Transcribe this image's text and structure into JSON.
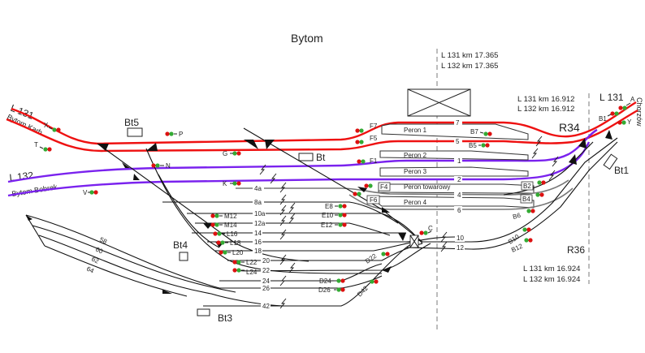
{
  "title": "Bytom",
  "colors": {
    "line_131": "#ee1111",
    "line_132": "#7a22ee",
    "track": "#111111",
    "signal_red": "#dd1111",
    "signal_green": "#33aa33",
    "km_marker": "#999999"
  },
  "lines": {
    "l131_left": "L 131",
    "l131_left_dir": "Bytom Karb",
    "l132_left": "L 132",
    "l132_left_dir": "Bytom Bobrek",
    "l131_right": "L 131",
    "right_dir": "Chorzów"
  },
  "km_markers": {
    "center_1": "L 131 km 17.365",
    "center_2": "L 132 km 17.365",
    "r34_1": "L 131 km 16.912",
    "r34_2": "L 132 km 16.912",
    "r36_1": "L 131 km 16.924",
    "r36_2": "L 132 km 16.924"
  },
  "posts": {
    "r34": "R34",
    "r36": "R36",
    "bt": "Bt",
    "bt1": "Bt1",
    "bt3": "Bt3",
    "bt4": "Bt4",
    "bt5": "Bt5"
  },
  "platforms": [
    "Peron 1",
    "Peron 2",
    "Peron 3",
    "Peron towarowy",
    "Peron 4"
  ],
  "tracks": {
    "t7": "7",
    "t5": "5",
    "t1": "1",
    "t2": "2",
    "t4": "4",
    "t6": "6",
    "t4a": "4a",
    "t8a": "8a",
    "t10a": "10a",
    "t12a": "12a",
    "t14": "14",
    "t16": "16",
    "t18": "18",
    "t20": "20",
    "t22": "22",
    "t24": "24",
    "t26": "26",
    "t42": "42",
    "t10": "10",
    "t12": "12",
    "t58": "58",
    "t60": "60",
    "t62": "62",
    "t64": "64"
  },
  "signals": {
    "X": "X",
    "T": "T",
    "P": "P",
    "N": "N",
    "V": "V",
    "G": "G",
    "K": "K",
    "F7": "F7",
    "F5": "F5",
    "F1": "F1",
    "F4": "F4",
    "F6": "F6",
    "E8": "E8",
    "E10": "E10",
    "E12": "E12",
    "M12": "M12",
    "M14": "M14",
    "L16": "L16",
    "L18": "L18",
    "L20": "L20",
    "L22": "L22",
    "L24": "L24",
    "D22": "D22",
    "D24": "D24",
    "D26": "D26",
    "D42": "D42",
    "C": "C",
    "B7": "B7",
    "B5": "B5",
    "B2": "B2",
    "B4": "B4",
    "B6": "B6",
    "B10": "B10",
    "B12": "B12",
    "B1": "B1",
    "A": "A",
    "Y": "Y"
  }
}
